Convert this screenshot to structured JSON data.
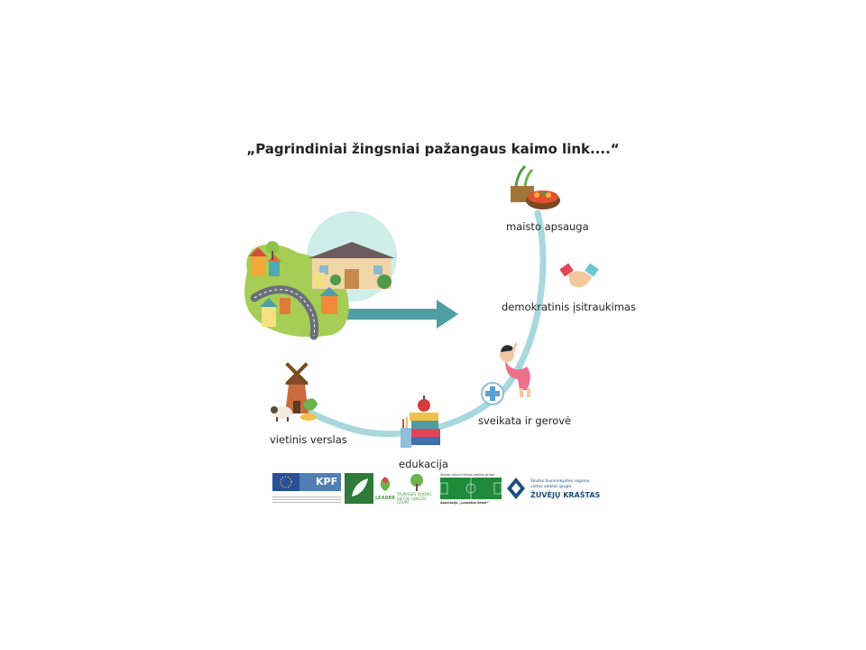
{
  "title": "„Pagrindiniai žingsniai pažangaus kaimo link....“",
  "steps": [
    {
      "label": "maisto apsauga",
      "icon": "food-basket-icon"
    },
    {
      "label": "demokratinis įsitraukimas",
      "icon": "handshake-icon"
    },
    {
      "label": "sveikata ir gerovė",
      "icon": "health-exercise-icon"
    },
    {
      "label": "edukacija",
      "icon": "books-apple-icon"
    },
    {
      "label": "vietinis verslas",
      "icon": "windmill-farm-icon"
    }
  ],
  "logos": {
    "kpf": "KPF",
    "leader_text": "LEADER",
    "taurage_line1": "TAURAGĖS RAJONO",
    "taurage_line2": "VIETOS VEIKLOS GRUPĖ",
    "lamatos_top": "Šilutės rajono Vietos veiklos grupė",
    "lamatos_bottom": "Asociacija „Lamatos žemė“",
    "zuveju_line1": "Šilutės žuvininkystės regiono",
    "zuveju_line2": "vietos veiklos grupė",
    "zuveju_name": "ŽUVĖJŲ KRAŠTAS"
  },
  "colors": {
    "path": "#a8d8de",
    "arrow": "#4f9ea3",
    "text": "#222222"
  }
}
